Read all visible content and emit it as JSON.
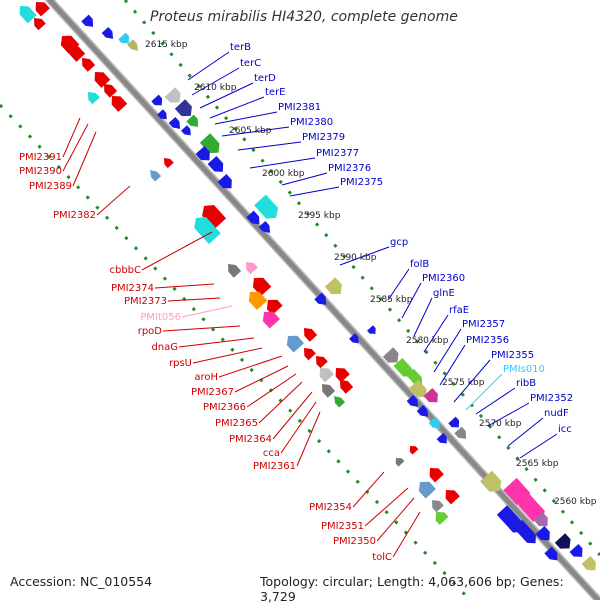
{
  "title": "Proteus mirabilis HI4320, complete genome",
  "footer": {
    "accession_label": "Accession:",
    "accession_value": "NC_010554",
    "topology_label": "Topology:",
    "topology_value": "circular;",
    "length_label": "Length:",
    "length_value": "4,063,606 bp;",
    "genes_label": "Genes:",
    "genes_value": "3,729"
  },
  "colors": {
    "forward_label": "#0000cc",
    "reverse_label": "#cc0000",
    "trna_label": "#ff99cc",
    "misc_label": "#33ccff",
    "backbone": "#888888",
    "tick": "#228b22"
  },
  "kbp_ticks": [
    "2615 kbp",
    "2610 kbp",
    "2605 kbp",
    "2600 kbp",
    "2595 kbp",
    "2590 kbp",
    "2585 kbp",
    "2580 kbp",
    "2575 kbp",
    "2570 kbp",
    "2565 kbp",
    "2560 kbp"
  ],
  "upper_labels": [
    "terB",
    "terC",
    "terD",
    "terE",
    "PMI2381",
    "PMI2380",
    "PMI2379",
    "PMI2377",
    "PMI2376",
    "PMI2375",
    "gcp",
    "folB",
    "PMI2360",
    "glnE",
    "rfaE",
    "PMI2357",
    "PMI2356",
    "PMI2355",
    "PMIs010",
    "ribB",
    "PMI2352",
    "nudF",
    "icc"
  ],
  "lower_labels": [
    "PMI2391",
    "PMI2390",
    "PMI2389",
    "PMI2382",
    "cbbbC",
    "PMI2374",
    "PMI2373",
    "PMIt056",
    "rpoD",
    "dnaG",
    "rpsU",
    "aroH",
    "PMI2367",
    "PMI2366",
    "PMI2365",
    "PMI2364",
    "cca",
    "PMI2361",
    "PMI2354",
    "PMI2351",
    "PMI2350",
    "tolC"
  ]
}
